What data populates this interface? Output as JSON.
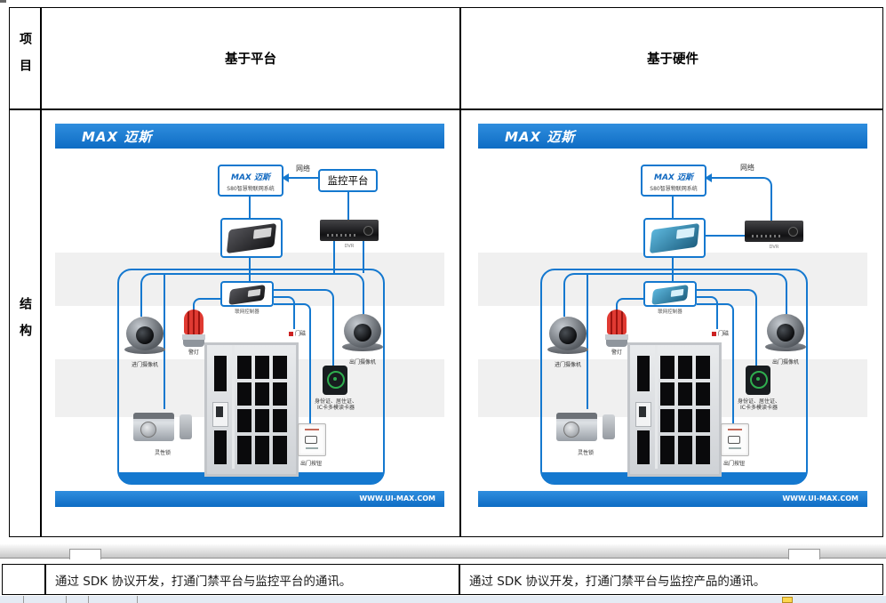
{
  "table": {
    "corner_header": "项目",
    "structure_header": "结构",
    "columns": [
      "基于平台",
      "基于硬件"
    ],
    "description_row": [
      "通过 SDK 协议开发，打通门禁平台与监控平台的通讯。",
      "通过 SDK 协议开发，打通门禁平台与监控产品的通讯。"
    ]
  },
  "diagram": {
    "brand_logo": "MAX 迈斯",
    "s80_system": "S80智慧物联网系统",
    "network_label": "网络",
    "monitor_platform": "监控平台",
    "dvr_label": "DVR",
    "controller_label": "联网控制器",
    "alarm_light": "警灯",
    "entry_camera": "进门摄像机",
    "exit_camera": "出门摄像机",
    "door_magnet": "门磁",
    "reader_line1": "身份证、居住证、",
    "reader_line2": "IC卡多模读卡器",
    "smart_lock": "灵性锁",
    "exit_button": "出门按钮",
    "website": "WWW.UI-MAX.COM"
  },
  "colors": {
    "accent_blue": "#1478cf",
    "header_bar_top": "#2f8ede",
    "header_bar_bottom": "#0e6cc4",
    "stripe_gray": "#f0f0f0",
    "alarm_red": "#cc2222",
    "reader_green": "#2fae4e"
  }
}
